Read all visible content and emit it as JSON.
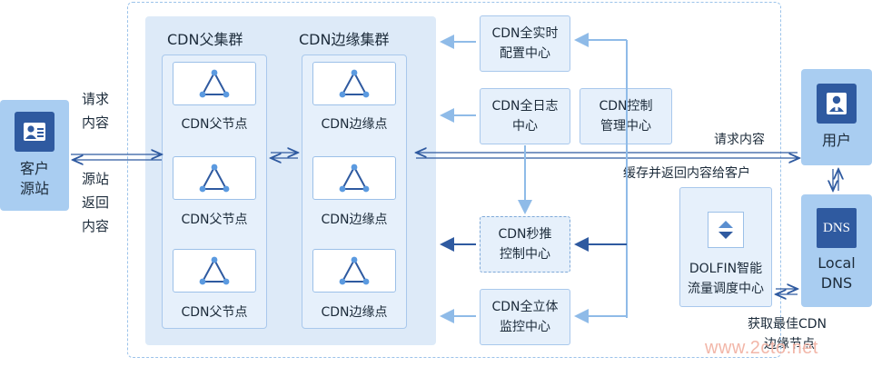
{
  "colors": {
    "frame": "#9cc3ea",
    "panel": "#ddeaf8",
    "box": "#e6f0fb",
    "side": "#a9cdf1",
    "icon": "#2f5aa0",
    "arrow_light": "#8fbbe8",
    "arrow_dark": "#2f5aa0"
  },
  "clusters": {
    "parent_title": "CDN父集群",
    "edge_title": "CDN边缘集群",
    "parent_nodes": [
      "CDN父节点",
      "CDN父节点",
      "CDN父节点"
    ],
    "edge_nodes": [
      "CDN边缘点",
      "CDN边缘点",
      "CDN边缘点"
    ],
    "node_icon": "triangle-network-icon"
  },
  "services": {
    "config_line1": "CDN全实时",
    "config_line2": "配置中心",
    "log_line1": "CDN全日志",
    "log_line2": "中心",
    "control_line1": "CDN控制",
    "control_line2": "管理中心",
    "push_line1": "CDN秒推",
    "push_line2": "控制中心",
    "monitor_line1": "CDN全立体",
    "monitor_line2": "监控中心",
    "dolfin_line1": "DOLFIN智能",
    "dolfin_line2": "流量调度中心",
    "dolfin_icon": "up-down-icon"
  },
  "origin": {
    "line1": "客户",
    "line2": "源站",
    "icon": "server-card-icon"
  },
  "user": {
    "label": "用户",
    "icon": "user-badge-icon"
  },
  "dns": {
    "icon_text": "DNS",
    "line1": "Local",
    "line2": "DNS"
  },
  "labels": {
    "request_left_1": "请求",
    "request_left_2": "内容",
    "return_left_1": "源站",
    "return_left_2": "返回",
    "return_left_3": "内容",
    "request_right": "请求内容",
    "cache_return": "缓存并返回内容给客户",
    "best_node_1": "获取最佳CDN",
    "best_node_2": "边缘节点"
  },
  "watermark": "www.2cto.net"
}
